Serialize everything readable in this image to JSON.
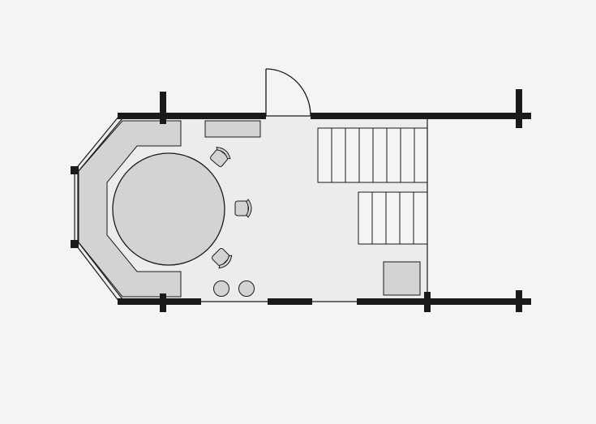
{
  "diagram": {
    "type": "floor-plan",
    "colors": {
      "background": "#f4f4f4",
      "floor": "#ececec",
      "furniture": "#d3d3d3",
      "walls": "#1a1a1a"
    },
    "elements": [
      "corner-bench",
      "round-table",
      "chairs",
      "counter",
      "stools",
      "door",
      "stairs-upper",
      "stairs-lower",
      "storage-box",
      "windows"
    ]
  }
}
